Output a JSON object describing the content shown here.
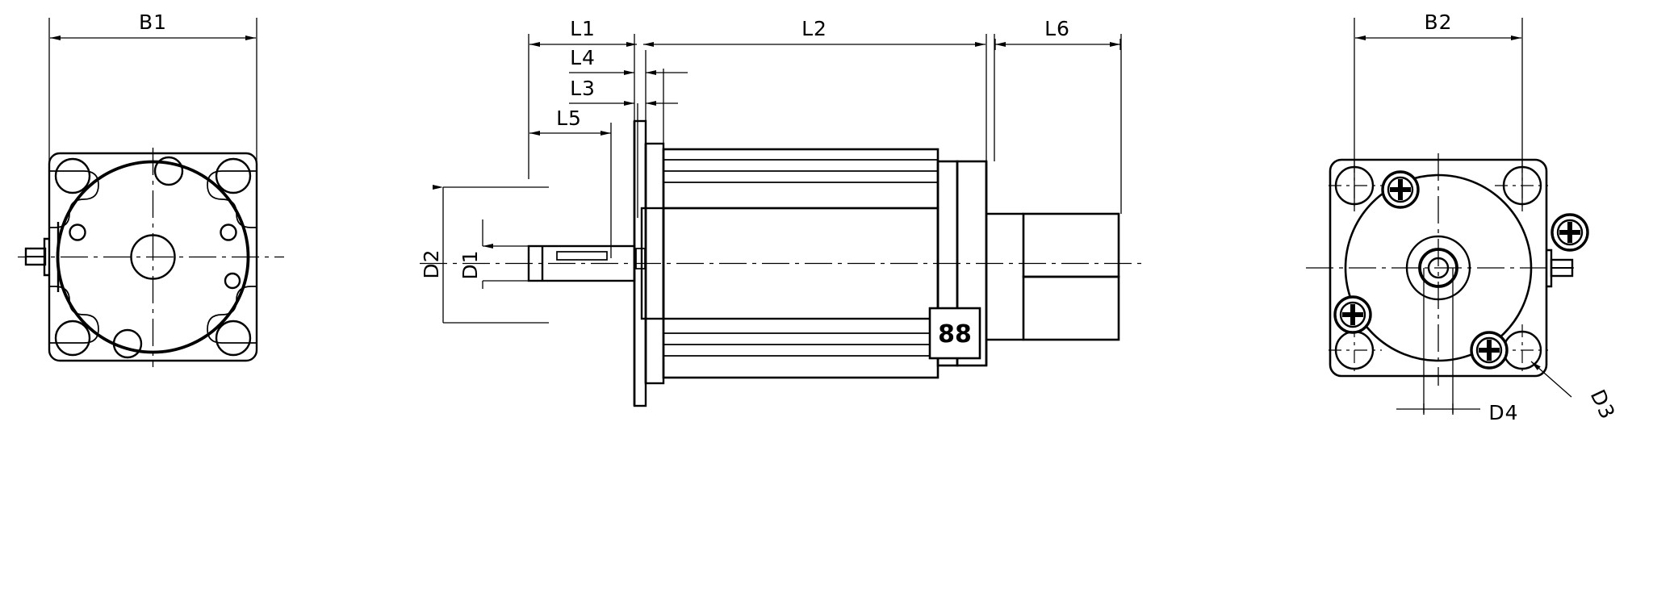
{
  "drawing": {
    "title": "Gear motor dimensional drawing",
    "line_color": "#000000",
    "background_color": "#ffffff",
    "views": [
      {
        "name": "front-flange-view",
        "position": "left"
      },
      {
        "name": "side-elevation-view",
        "position": "center"
      },
      {
        "name": "rear-face-view",
        "position": "right"
      }
    ]
  },
  "dimensions": {
    "b1": "B1",
    "b2": "B2",
    "l1": "L1",
    "l2": "L2",
    "l3": "L3",
    "l4": "L4",
    "l5": "L5",
    "l6": "L6",
    "d1": "D1",
    "d2": "D2",
    "d3": "D3",
    "d4": "D4"
  },
  "labels": {
    "nameplate": "88"
  }
}
